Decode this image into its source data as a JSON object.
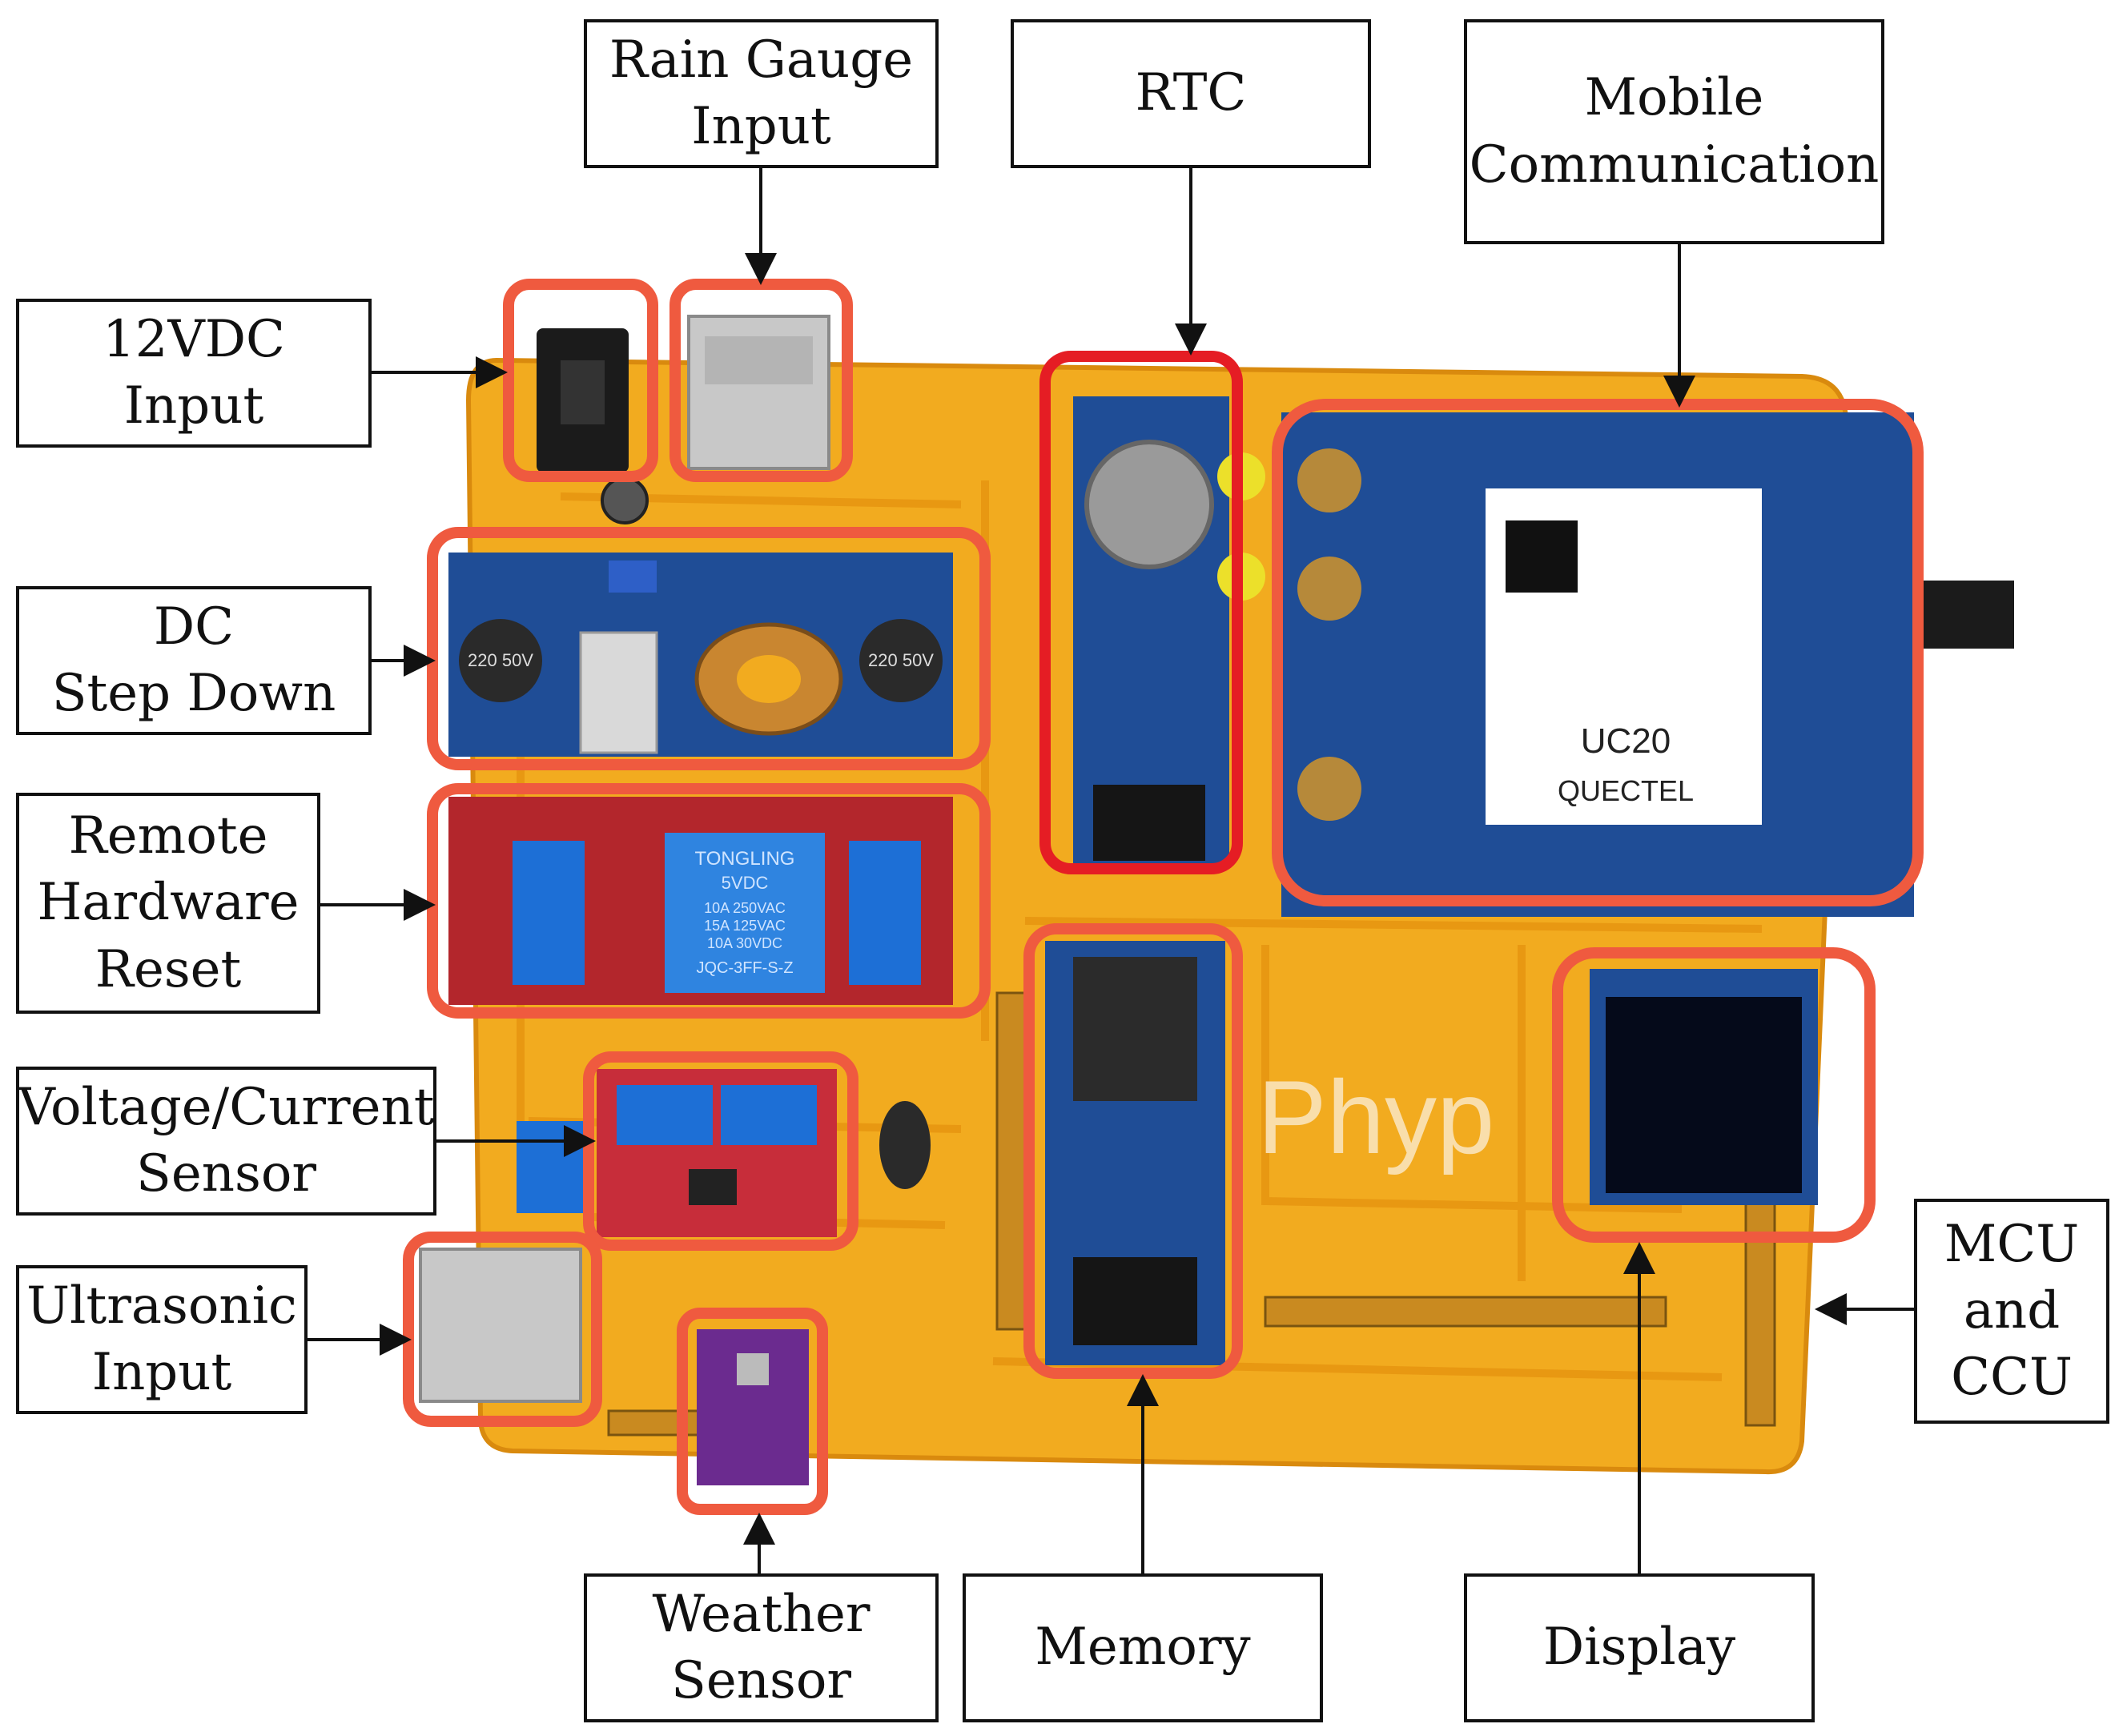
{
  "colors": {
    "pcb": "#f2ab1f",
    "pcb_trace": "#e79611",
    "highlight": "#ef5a3f",
    "rtc_highlight": "#e51d24",
    "module_blue": "#1f4d96",
    "relay_red": "#b3262c",
    "label_border": "#111111"
  },
  "board_printed_text": {
    "relay_brand": "TONGLING",
    "relay_voltage": "5VDC",
    "relay_rating_1": "10A 250VAC",
    "relay_rating_2": "15A 125VAC",
    "relay_rating_3": "10A 30VDC",
    "relay_model": "JQC-3FF-S-Z",
    "modem_brand": "QUECTEL",
    "modem_model": "UC20",
    "cap_left": "220 50V",
    "cap_right": "220 50V",
    "logo": "Phyp"
  },
  "labels": {
    "rain_gauge": "Rain Gauge\nInput",
    "rtc": "RTC",
    "mobile": "Mobile\nCommunication",
    "dc12v": "12VDC\nInput",
    "dc_step_down": "DC\nStep Down",
    "remote_reset": "Remote\nHardware\nReset",
    "volt_current": "Voltage/Current\nSensor",
    "ultrasonic": "Ultrasonic\nInput",
    "weather": "Weather\nSensor",
    "memory": "Memory",
    "display": "Display",
    "mcu": "MCU\nand\nCCU"
  },
  "icons": {
    "arrow": "arrow-icon",
    "dc_jack": "dc-jack-icon",
    "rj_connector": "rj-connector-icon"
  }
}
